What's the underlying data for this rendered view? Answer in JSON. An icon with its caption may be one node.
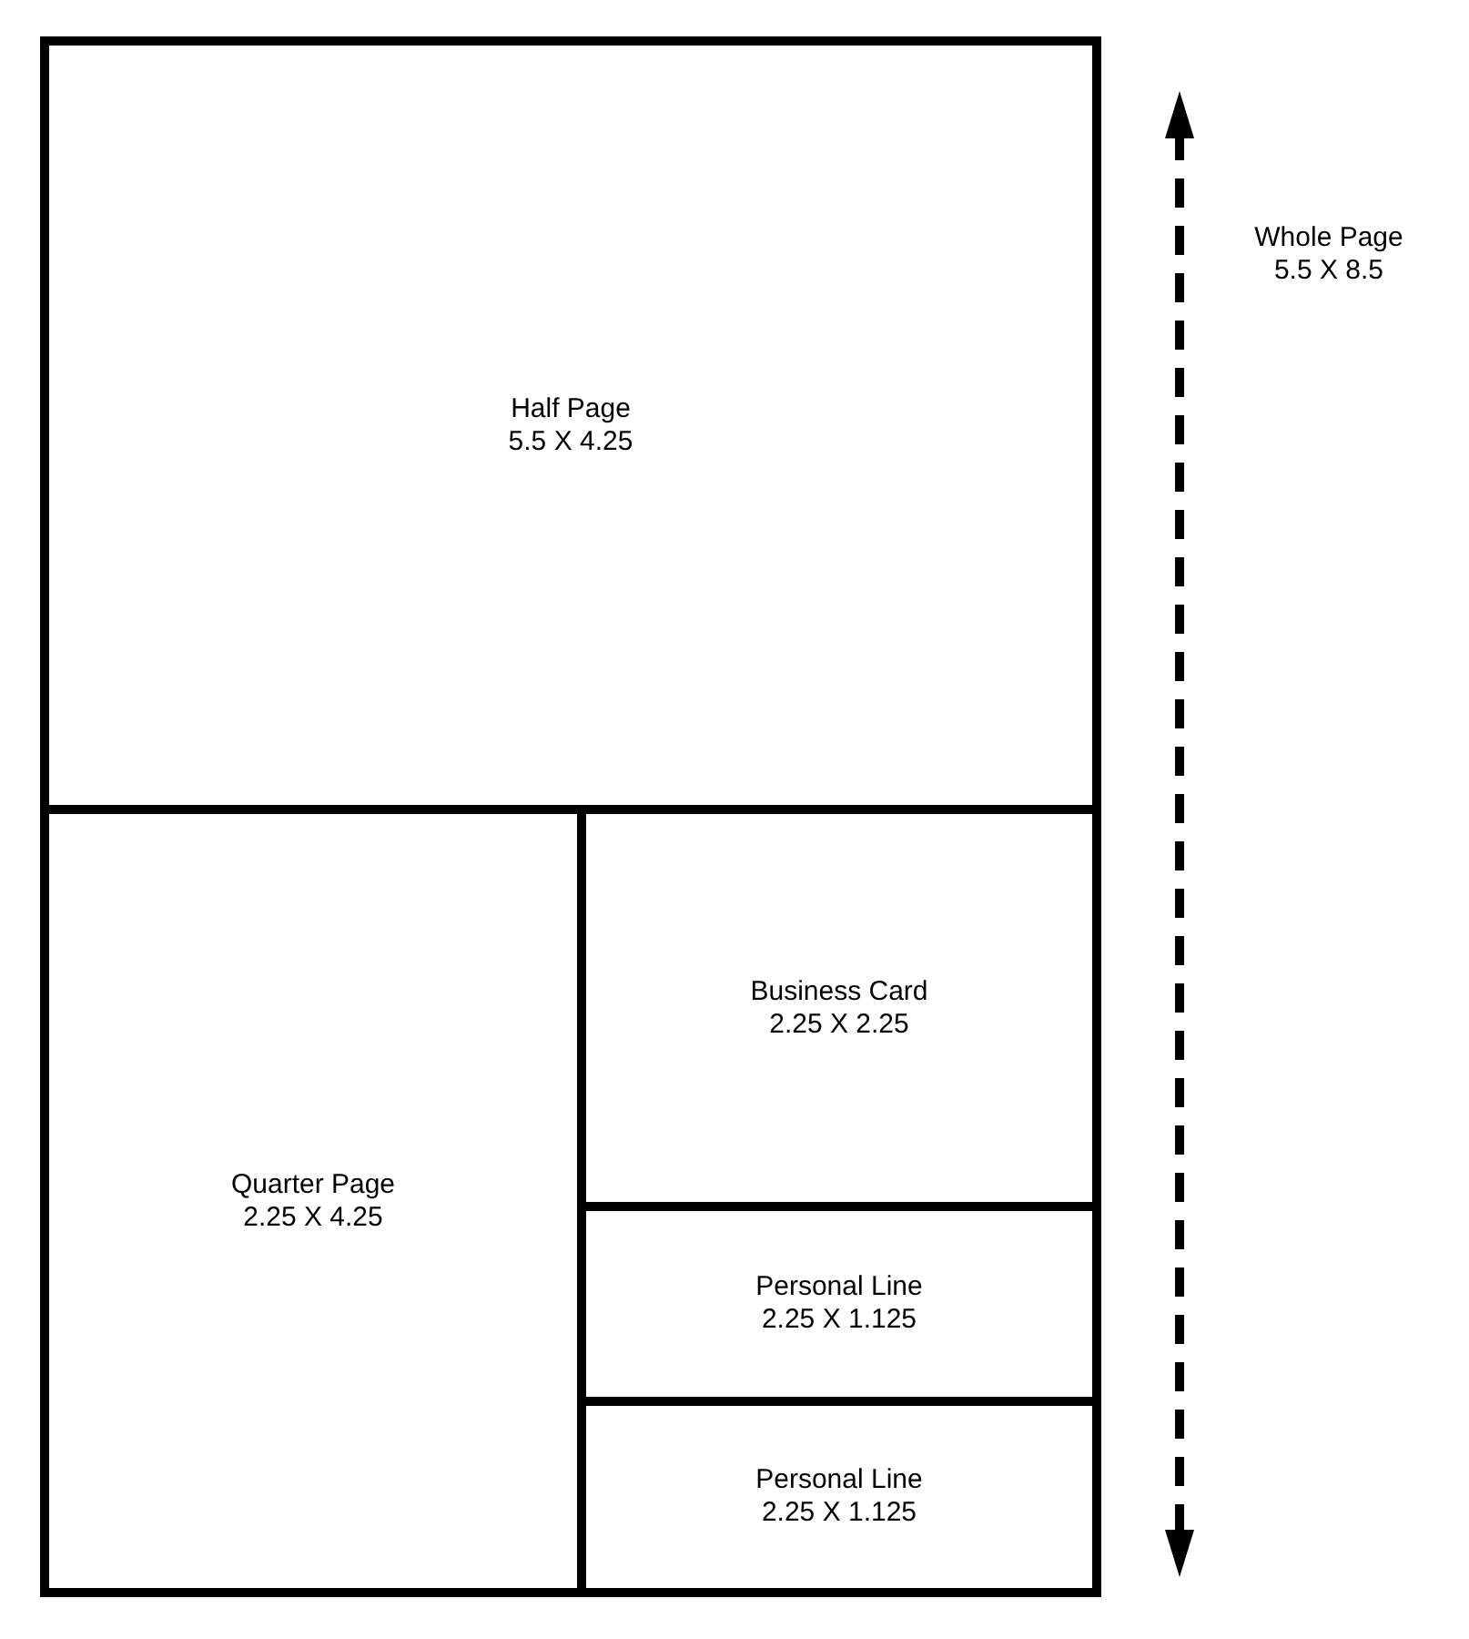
{
  "diagram": {
    "nodes": [
      {
        "text": [],
        "shape": "box"
      },
      {
        "text": [
          "Half Page",
          "5.5 X 4.25"
        ],
        "in": 0
      },
      {
        "text": [
          "Quarter Page",
          "2.25 X 4.25"
        ],
        "in": 0
      },
      {
        "text": [
          "Business Card",
          "2.25 X 2.25"
        ],
        "in": 0
      },
      {
        "text": [
          "Personal Line",
          "2.25 X 1.125"
        ],
        "in": 0
      },
      {
        "text": [
          "Personal Line",
          "2.25 X 1.125"
        ],
        "in": 0
      }
    ],
    "edges": [],
    "labels": [
      "Whole Page",
      "5.5 X 8.5"
    ]
  }
}
